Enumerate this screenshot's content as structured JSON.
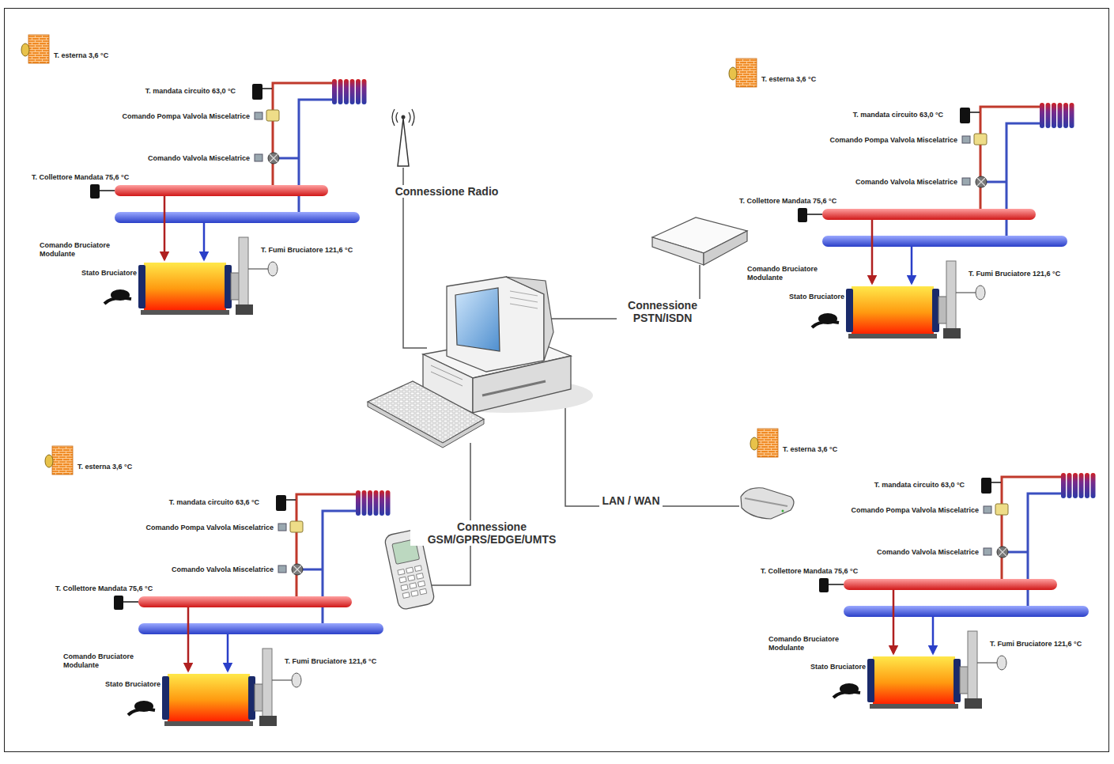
{
  "diagram": {
    "labels": [
      "T. esterna 3,6 °C",
      "T. mandata circuito 63,0 °C",
      "Comando Pompa Valvola Miscelatrice",
      "Comando Valvola Miscelatrice",
      "T. Collettore Mandata 75,6 °C",
      "Comando Bruciatore Modulante",
      "T. Fumi Bruciatore 121,6 °C",
      "Stato Bruciatore",
      "Connessione Radio",
      "T. esterna 3,6 °C",
      "T. mandata circuito 63,0 °C",
      "Comando Pompa Valvola Miscelatrice",
      "Comando Valvola Miscelatrice",
      "T. Collettore Mandata 75,6 °C",
      "Comando Bruciatore Modulante",
      "T. Fumi Bruciatore 121,6 °C",
      "Stato Bruciatore",
      "Connessione PSTN/ISDN",
      "T. esterna 3,6 °C",
      "T. mandata circuito 63,6 °C",
      "Comando Pompa Valvola Miscelatrice",
      "Comando Valvola Miscelatrice",
      "T. Collettore Mandata 75,6 °C",
      "Comando Bruciatore Modulante",
      "T. Fumi Bruciatore 121,6 °C",
      "Stato Bruciatore",
      "Connessione GSM/GPRS/EDGE/UMTS",
      "LAN / WAN",
      "T. esterna 3,6 °C",
      "T. mandata circuito 63,0 °C",
      "Comando Pompa Valvola Miscelatrice",
      "Comando Valvola Miscelatrice",
      "T. Collettore Mandata 75,6 °C",
      "Comando Bruciatore Modulante",
      "T. Fumi Bruciatore 121,6 °C",
      "Stato Bruciatore"
    ]
  }
}
